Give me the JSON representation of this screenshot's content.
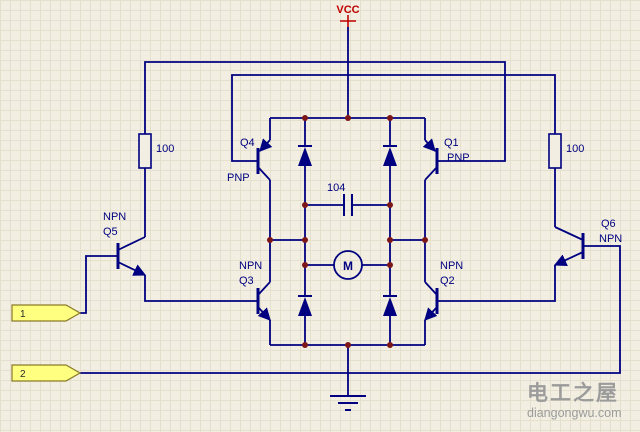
{
  "schematic": {
    "power": {
      "vcc": "VCC"
    },
    "transistors": [
      {
        "ref": "Q4",
        "type": "PNP"
      },
      {
        "ref": "Q1",
        "type": "PNP"
      },
      {
        "ref": "Q5",
        "type": "NPN"
      },
      {
        "ref": "Q3",
        "type": "NPN"
      },
      {
        "ref": "Q2",
        "type": "NPN"
      },
      {
        "ref": "Q6",
        "type": "NPN"
      }
    ],
    "resistors": [
      {
        "value": "100"
      },
      {
        "value": "100"
      }
    ],
    "capacitor": {
      "value": "104"
    },
    "motor": {
      "label": "M"
    },
    "ports": [
      {
        "label": "1"
      },
      {
        "label": "2"
      }
    ]
  },
  "watermark": {
    "name": "电工之屋",
    "site": "diangongwu.com"
  },
  "colors": {
    "background": "#f2efe2",
    "grid": "#e4e0cd",
    "wire": "#000080",
    "junction": "#7d1616",
    "power_red": "#c00000",
    "port_fill": "#ffff80",
    "watermark_gray": "#9b9b9b"
  }
}
